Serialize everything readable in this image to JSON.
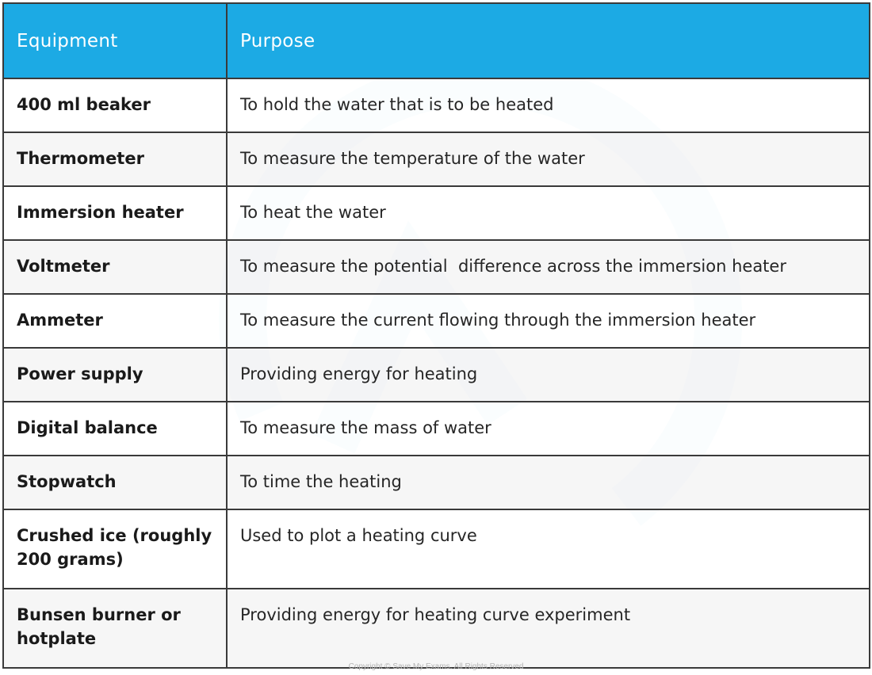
{
  "table": {
    "headers": [
      "Equipment",
      "Purpose"
    ],
    "rows": [
      {
        "equipment": "400 ml beaker",
        "purpose": "To hold the water that is to be heated"
      },
      {
        "equipment": "Thermometer",
        "purpose": "To measure the temperature of the water"
      },
      {
        "equipment": "Immersion heater",
        "purpose": "To heat the water"
      },
      {
        "equipment": "Voltmeter",
        "purpose": "To measure the potential  difference across the immersion heater"
      },
      {
        "equipment": "Ammeter",
        "purpose": "To measure the current flowing through the immersion heater"
      },
      {
        "equipment": "Power supply",
        "purpose": "Providing energy for heating"
      },
      {
        "equipment": "Digital balance",
        "purpose": "To measure the mass of water"
      },
      {
        "equipment": "Stopwatch",
        "purpose": "To time the heating"
      },
      {
        "equipment": "Crushed ice (roughly 200 grams)",
        "purpose": "Used to plot a heating curve"
      },
      {
        "equipment": "Bunsen burner or hotplate",
        "purpose": "Providing energy for heating curve experiment"
      }
    ]
  },
  "footer": {
    "copyright": "Copyright © Save My Exams. All Rights Reserved"
  },
  "colors": {
    "header_bg": "#1caae4",
    "header_text": "#ffffff",
    "border": "#3a3a3a",
    "alt_row": "#f4f4f4"
  },
  "watermark": {
    "icon": "save-my-exams-logo-icon"
  }
}
